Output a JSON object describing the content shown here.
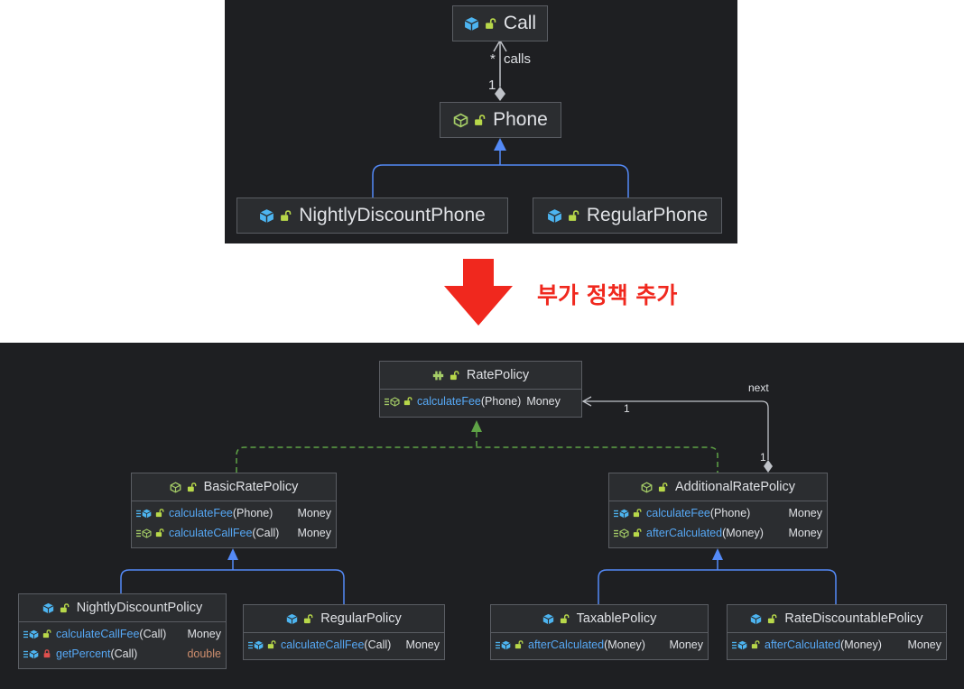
{
  "top_diagram": {
    "classes": {
      "call": "Call",
      "phone": "Phone",
      "nightly_discount_phone": "NightlyDiscountPhone",
      "regular_phone": "RegularPhone"
    },
    "association": {
      "label": "calls",
      "multiplicity_call": "*",
      "multiplicity_phone": "1"
    }
  },
  "annotation": {
    "text": "부가 정책 추가",
    "color": "#f0281e"
  },
  "bottom_diagram": {
    "rate_policy": {
      "name": "RatePolicy",
      "members": [
        {
          "method": "calculateFee",
          "params": "(Phone)",
          "type": "Money"
        }
      ]
    },
    "basic_rate_policy": {
      "name": "BasicRatePolicy",
      "members": [
        {
          "method": "calculateFee",
          "params": "(Phone)",
          "type": "Money"
        },
        {
          "method": "calculateCallFee",
          "params": "(Call)",
          "type": "Money"
        }
      ]
    },
    "additional_rate_policy": {
      "name": "AdditionalRatePolicy",
      "members": [
        {
          "method": "calculateFee",
          "params": "(Phone)",
          "type": "Money"
        },
        {
          "method": "afterCalculated",
          "params": "(Money)",
          "type": "Money"
        }
      ]
    },
    "nightly_discount_policy": {
      "name": "NightlyDiscountPolicy",
      "members": [
        {
          "method": "calculateCallFee",
          "params": "(Call)",
          "type": "Money"
        },
        {
          "method": "getPercent",
          "params": "(Call)",
          "type": "double"
        }
      ]
    },
    "regular_policy": {
      "name": "RegularPolicy",
      "members": [
        {
          "method": "calculateCallFee",
          "params": "(Call)",
          "type": "Money"
        }
      ]
    },
    "taxable_policy": {
      "name": "TaxablePolicy",
      "members": [
        {
          "method": "afterCalculated",
          "params": "(Money)",
          "type": "Money"
        }
      ]
    },
    "rate_discountable_policy": {
      "name": "RateDiscountablePolicy",
      "members": [
        {
          "method": "afterCalculated",
          "params": "(Money)",
          "type": "Money"
        }
      ]
    },
    "next_association": {
      "label": "next",
      "multiplicity_target": "1",
      "multiplicity_source": "1"
    }
  },
  "icons": {
    "class": "class-icon",
    "abstract_class": "abstract-class-icon",
    "interface": "interface-icon",
    "method": "method-icon",
    "public": "unlocked-icon",
    "private": "locked-icon",
    "arrow": "down-arrow-icon"
  },
  "colors": {
    "panel_background": "#1e1f22",
    "box_background": "#2b2d30",
    "box_border": "#5a5d63",
    "text": "#dfe1e5",
    "method_name": "#56a8f5",
    "return_type_double": "#cf8e6d",
    "inheritance_line": "#548af7",
    "realization_line": "#5fa346",
    "association_line": "#bfc2c8",
    "class_icon": "#4db4f0",
    "abstract_icon": "#a5cd67",
    "unlocked_icon": "#b8d84a",
    "locked_icon": "#e0504d"
  }
}
